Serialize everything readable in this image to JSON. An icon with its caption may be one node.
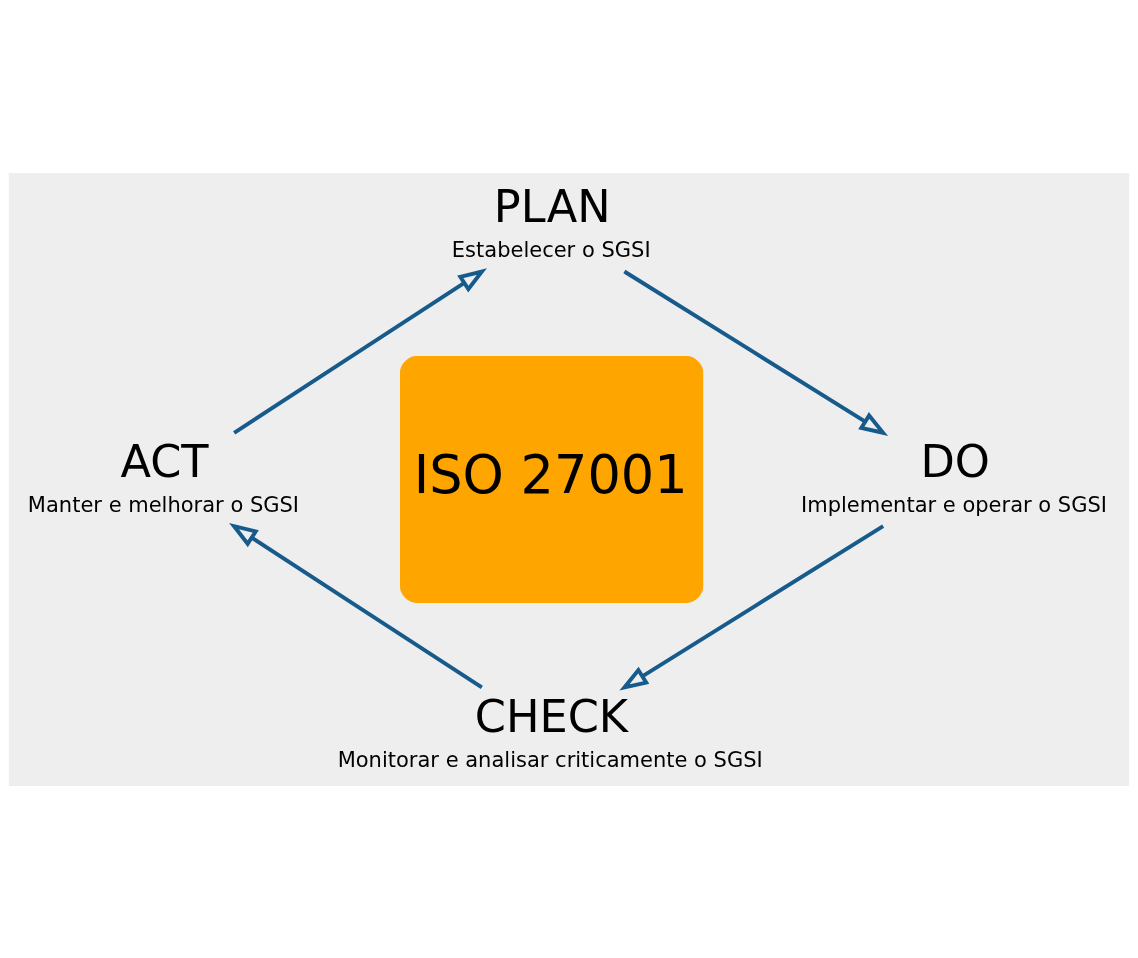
{
  "diagram": {
    "nodes": [
      {
        "text": [
          "PLAN",
          "Estabelecer o SGSI"
        ]
      },
      {
        "text": [
          "DO",
          "Implementar e operar o SGSI"
        ]
      },
      {
        "text": [
          "CHECK",
          "Monitorar e analisar criticamente o SGSI"
        ]
      },
      {
        "text": [
          "ACT",
          "Manter e melhorar o SGSI"
        ]
      },
      {
        "text": [
          "ISO 27001"
        ]
      }
    ],
    "edges": [
      {
        "from": 3,
        "to": 0,
        "arrow": "to"
      },
      {
        "from": 0,
        "to": 1,
        "arrow": "to"
      },
      {
        "from": 1,
        "to": 2,
        "arrow": "to"
      },
      {
        "from": 2,
        "to": 3,
        "arrow": "to"
      }
    ]
  }
}
